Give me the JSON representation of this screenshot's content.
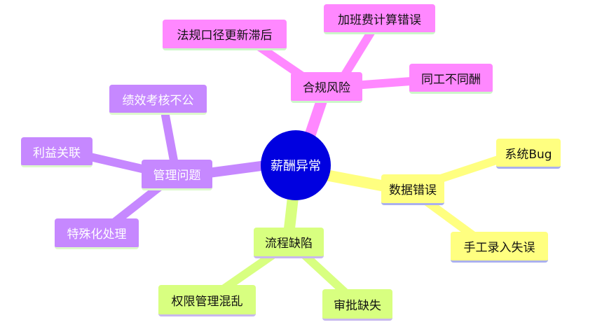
{
  "center": "薪酬异常",
  "colors": {
    "center": "#0000e0",
    "compliance": "#ff88ff",
    "management": "#c688ff",
    "data": "#ffff80",
    "process": "#d8ff80"
  },
  "branches": {
    "compliance": {
      "label": "合规风险",
      "children": [
        "法规口径更新滞后",
        "加班费计算错误",
        "同工不同酬"
      ]
    },
    "management": {
      "label": "管理问题",
      "children": [
        "绩效考核不公",
        "利益关联",
        "特殊化处理"
      ]
    },
    "data": {
      "label": "数据错误",
      "children": [
        "系统Bug",
        "手工录入失误"
      ]
    },
    "process": {
      "label": "流程缺陷",
      "children": [
        "权限管理混乱",
        "审批缺失"
      ]
    }
  }
}
